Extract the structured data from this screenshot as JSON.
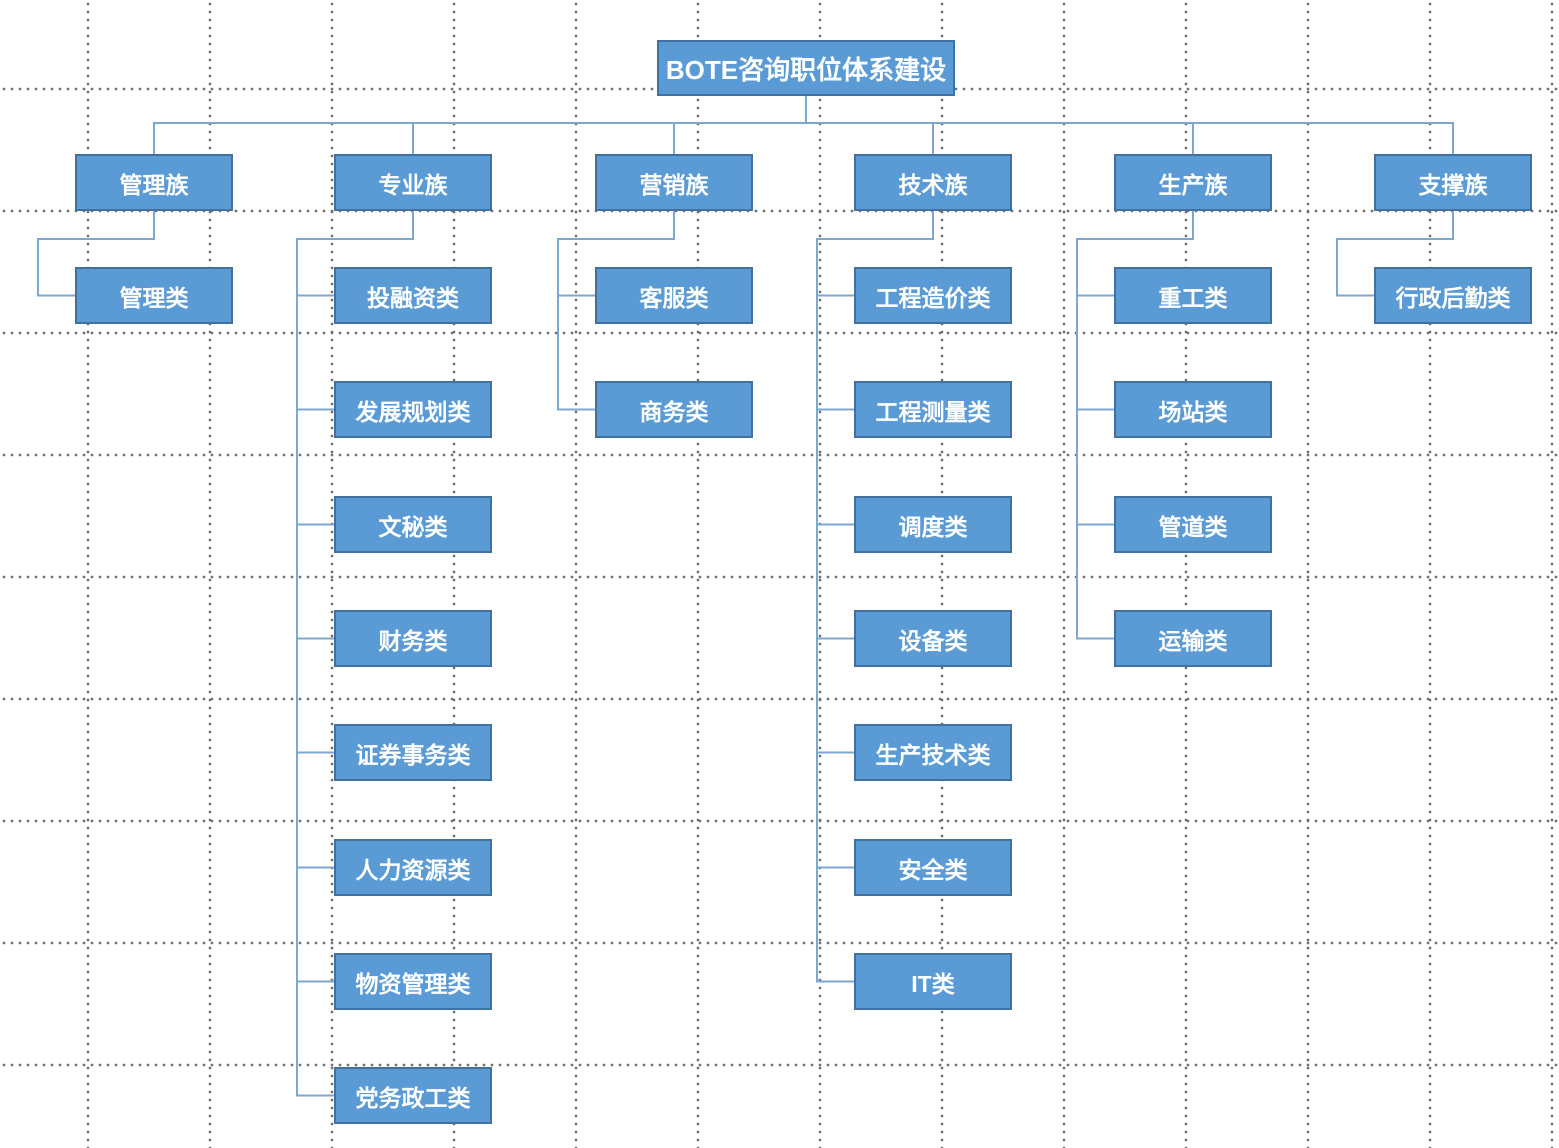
{
  "diagram": {
    "root": {
      "label": "BOTE咨询职位体系建设"
    },
    "families": [
      {
        "id": "guanli",
        "label": "管理族",
        "children": [
          "管理类"
        ]
      },
      {
        "id": "zhuanye",
        "label": "专业族",
        "children": [
          "投融资类",
          "发展规划类",
          "文秘类",
          "财务类",
          "证券事务类",
          "人力资源类",
          "物资管理类",
          "党务政工类"
        ]
      },
      {
        "id": "yingxiao",
        "label": "营销族",
        "children": [
          "客服类",
          "商务类"
        ]
      },
      {
        "id": "jishu",
        "label": "技术族",
        "children": [
          "工程造价类",
          "工程测量类",
          "调度类",
          "设备类",
          "生产技术类",
          "安全类",
          "IT类"
        ]
      },
      {
        "id": "shengchan",
        "label": "生产族",
        "children": [
          "重工类",
          "场站类",
          "管道类",
          "运输类"
        ]
      },
      {
        "id": "zhicheng",
        "label": "支撑族",
        "children": [
          "行政后勤类"
        ]
      }
    ],
    "colors": {
      "node_fill": "#5b9bd5",
      "node_border": "#41719c",
      "node_text": "#ffffff",
      "connector": "#7da7d1",
      "grid_dot": "#6f6f6f"
    }
  }
}
